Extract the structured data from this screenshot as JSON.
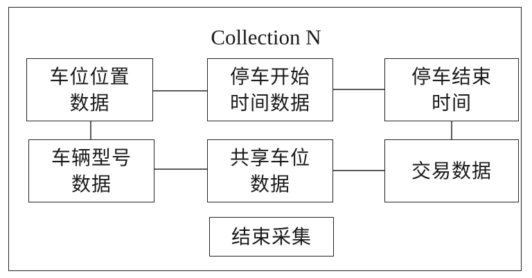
{
  "title": "Collection N",
  "boxes": {
    "parking_location": "车位位置\n数据",
    "parking_start": "停车开始\n时间数据",
    "parking_end": "停车结束\n时间",
    "vehicle_model": "车辆型号\n数据",
    "shared_parking": "共享车位\n数据",
    "transaction": "交易数据",
    "end_collection": "结束采集"
  }
}
